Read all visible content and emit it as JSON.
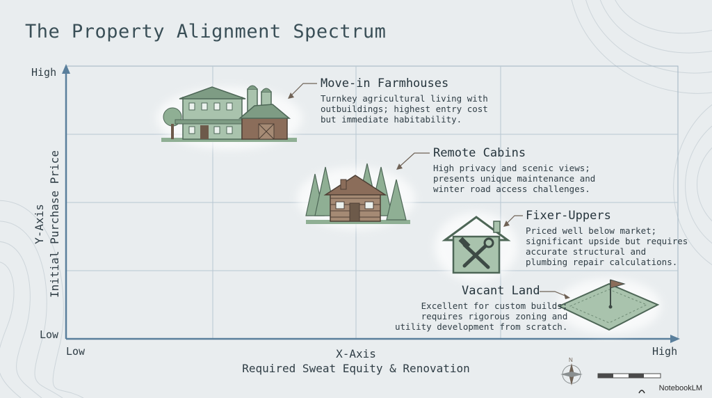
{
  "title": "The Property Alignment Spectrum",
  "axes": {
    "y_high": "High",
    "y_low": "Low",
    "y_title_line1": "Y-Axis",
    "y_title_line2": "Initial Purchase Price",
    "x_low": "Low",
    "x_high": "High",
    "x_title_line1": "X-Axis",
    "x_title_line2": "Required Sweat Equity & Renovation"
  },
  "categories": [
    {
      "title": "Move-in Farmhouses",
      "desc": "Turnkey agricultural living with\noutbuildings; highest entry cost\nbut immediate habitability.",
      "icon": "farmhouse-icon"
    },
    {
      "title": "Remote Cabins",
      "desc": "High privacy and scenic views;\npresents unique maintenance and\nwinter road access challenges.",
      "icon": "cabin-icon"
    },
    {
      "title": "Fixer-Uppers",
      "desc": "Priced well below market;\nsignificant upside but requires\naccurate structural and\nplumbing repair calculations.",
      "icon": "fixer-upper-icon"
    },
    {
      "title": "Vacant Land",
      "desc": "Excellent for custom builds;\nrequires rigorous zoning and\nutility development from scratch.",
      "icon": "vacant-land-icon"
    }
  ],
  "compass_letter": "N",
  "brand": "NotebookLM",
  "colors": {
    "accent_green": "#8faf94",
    "axis_blue": "#5a7f9c",
    "title": "#3a4f57"
  }
}
